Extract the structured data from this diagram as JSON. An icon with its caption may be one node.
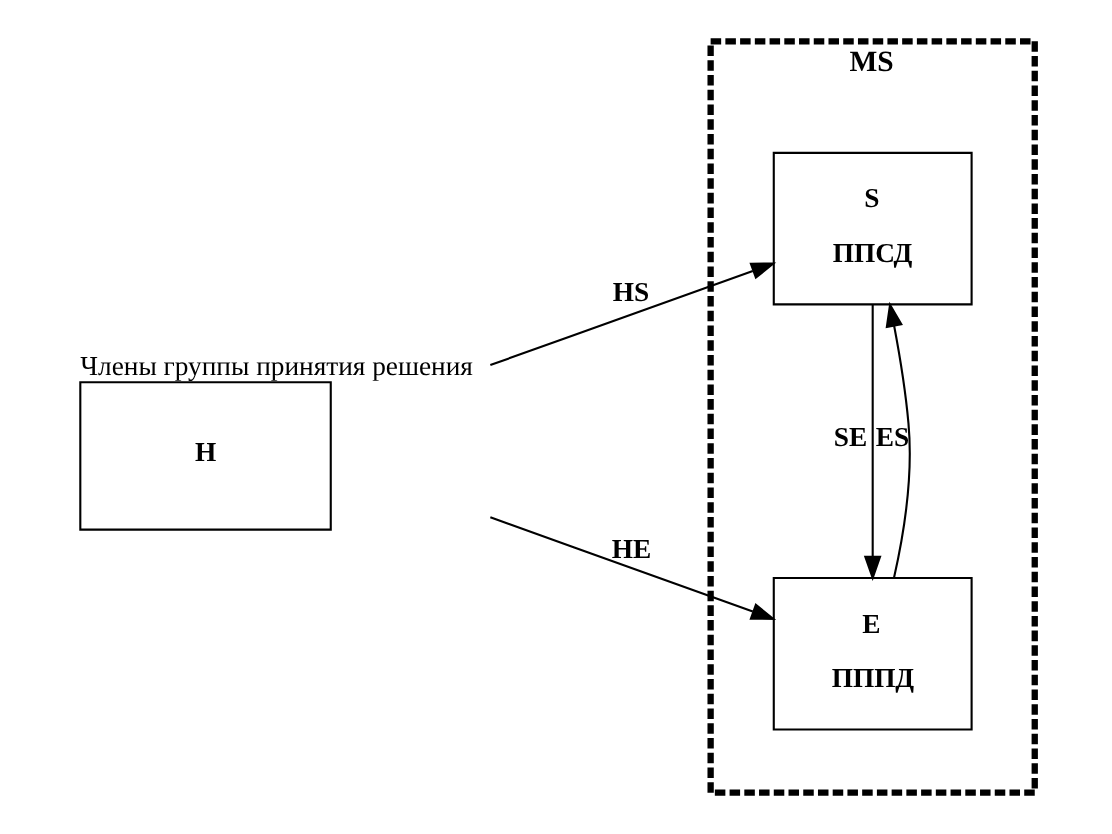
{
  "diagram": {
    "nodes": [
      {
        "text": [
          "MS"
        ]
      },
      {
        "text": [
          "H"
        ],
        "beside": [
          "Члены группы принятия решения"
        ]
      },
      {
        "text": [
          "S",
          "ППСД"
        ],
        "in": 0
      },
      {
        "text": [
          "E",
          "ПППД"
        ],
        "in": 0
      }
    ],
    "edges": [
      {
        "from": 1,
        "to": 2,
        "arrow": "to",
        "label": "HS"
      },
      {
        "from": 1,
        "to": 3,
        "arrow": "to",
        "label": "HE"
      },
      {
        "from": 2,
        "to": 3,
        "arrow": "to",
        "label": "SE"
      },
      {
        "from": 3,
        "to": 2,
        "arrow": "to",
        "label": "ES"
      }
    ]
  }
}
